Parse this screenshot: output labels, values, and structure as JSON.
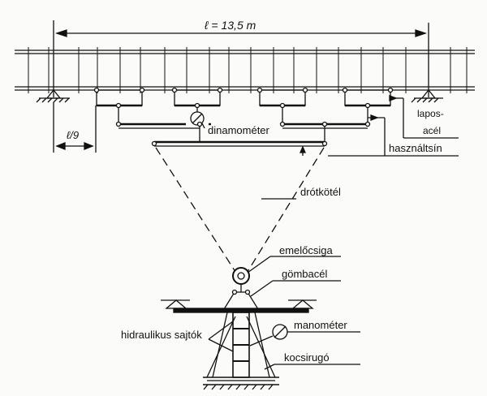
{
  "labels": {
    "span": "ℓ = 13,5 m",
    "ninth": "ℓ/9",
    "dinamometer": "dinamométer",
    "lapos": "lapos-",
    "acel": "acél",
    "hasznaltsin": "használtsín",
    "drotkotel": "drótkötél",
    "emelocsiga": "emelőcsiga",
    "gombacel": "gömbacél",
    "hidraulikus": "hidraulikus sajtók",
    "manometer": "manométer",
    "kocsirugo": "kocsirugó"
  },
  "colors": {
    "ink": "#111111",
    "paper": "#fbfbf9"
  }
}
